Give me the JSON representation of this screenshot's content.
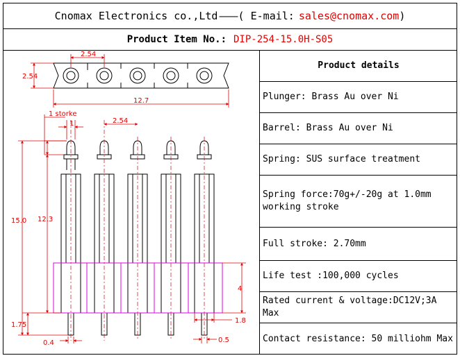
{
  "header": {
    "company": "Cnomax Electronics co.,Ltd",
    "dash": "———( E-mail:",
    "email": "sales@cnomax.com",
    "close": ")"
  },
  "product_item": {
    "label": "Product Item No.:",
    "value": "DIP-254-15.0H-S05"
  },
  "details": {
    "title": "Product details",
    "rows": [
      "Plunger: Brass Au over Ni",
      "Barrel: Brass Au over Ni",
      "Spring: SUS surface treatment",
      "Spring force:70g+/-20g at 1.0mm working stroke",
      "Full stroke: 2.70mm",
      "Life test :100,000 cycles",
      "Rated current & voltage:DC12V;3A Max",
      "Contact resistance: 50 milliohm Max"
    ]
  },
  "drawing": {
    "dim_pitch_top": "2.54",
    "dim_height_top": "2.54",
    "dim_length": "12.7",
    "dim_stroke": "1 storke",
    "dim_tip": "1",
    "dim_pitch_side": "2.54",
    "dim_total_height": "15.0",
    "dim_body_height": "12.3",
    "dim_insulator": "4",
    "dim_tail": "1.75",
    "dim_tail_width": "0.4",
    "dim_tail_length": "1.8",
    "dim_tail_dia": "0.5",
    "colors": {
      "dimension": "#e00000",
      "insulator": "#e000e0",
      "outline": "#000000"
    }
  }
}
